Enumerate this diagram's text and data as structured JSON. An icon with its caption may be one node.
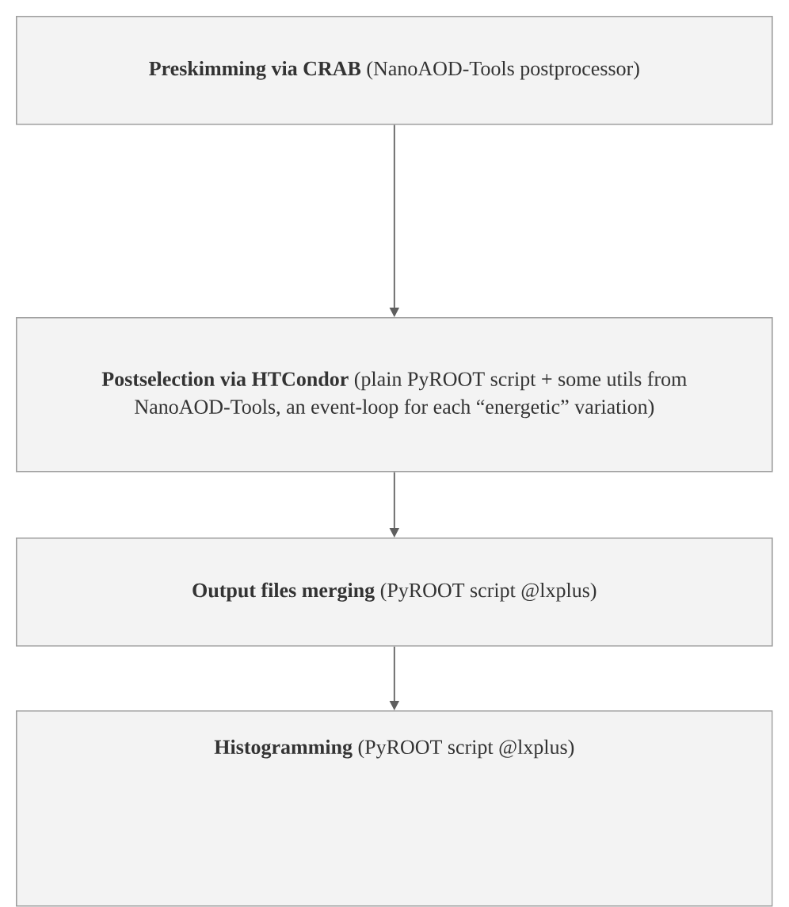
{
  "diagram": {
    "nodes": [
      {
        "text": [
          "**Preskimming via CRAB** (NanoAOD-Tools postprocessor)"
        ]
      },
      {
        "text": [
          "**Postselection via HTCondor** (plain PyROOT script + some utils from NanoAOD-Tools, an event-loop for each “energetic” variation)"
        ]
      },
      {
        "text": [
          "**Output files merging** (PyROOT script @lxplus)"
        ]
      },
      {
        "text": [
          "**Histogramming** (PyROOT script @lxplus)"
        ]
      }
    ],
    "edges": [
      {
        "from": 0,
        "to": 1,
        "arrow": "to"
      },
      {
        "from": 1,
        "to": 2,
        "arrow": "to"
      },
      {
        "from": 2,
        "to": 3,
        "arrow": "to"
      }
    ]
  }
}
